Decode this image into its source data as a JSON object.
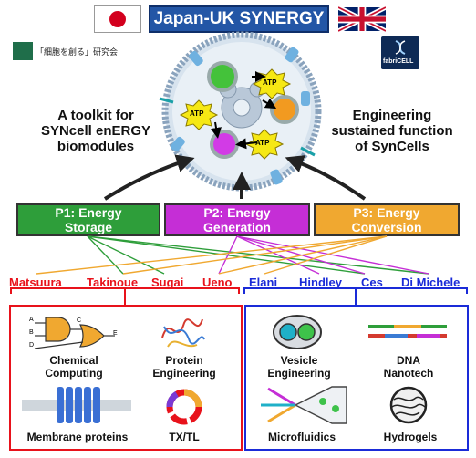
{
  "header": {
    "title": "Japan-UK SYNERGY",
    "left_logo_text": "「細胞を創る」研究会",
    "right_logo_text": "fabriCELL"
  },
  "side": {
    "left": [
      "A toolkit for",
      "SYNcell enERGY",
      "biomodules"
    ],
    "right": [
      "Engineering",
      "sustained function",
      "of SynCells"
    ]
  },
  "cell": {
    "atp_labels": [
      "ATP",
      "ATP",
      "ATP"
    ]
  },
  "projects": [
    {
      "line1": "P1: Energy",
      "line2": "Storage",
      "color": "#2e9e3a"
    },
    {
      "line1": "P2: Energy",
      "line2": "Generation",
      "color": "#c52ed6"
    },
    {
      "line1": "P3: Energy",
      "line2": "Conversion",
      "color": "#f0a830"
    }
  ],
  "people": {
    "japan": [
      "Matsuura",
      "Takinoue",
      "Sugai",
      "Ueno"
    ],
    "uk": [
      "Elani",
      "Hindley",
      "Ces",
      "Di Michele"
    ],
    "japan_color": "#e8121b",
    "uk_color": "#1a2bd8"
  },
  "left_panel": {
    "gate_labels": [
      "A",
      "B",
      "C",
      "D",
      "E"
    ],
    "items": [
      {
        "line1": "Chemical",
        "line2": "Computing"
      },
      {
        "line1": "Protein",
        "line2": "Engineering"
      },
      {
        "line1": "Membrane proteins",
        "line2": ""
      },
      {
        "line1": "TX/TL",
        "line2": ""
      }
    ]
  },
  "right_panel": {
    "items": [
      {
        "line1": "Vesicle",
        "line2": "Engineering"
      },
      {
        "line1": "DNA",
        "line2": "Nanotech"
      },
      {
        "line1": "Microfluidics",
        "line2": ""
      },
      {
        "line1": "Hydrogels",
        "line2": ""
      }
    ]
  }
}
